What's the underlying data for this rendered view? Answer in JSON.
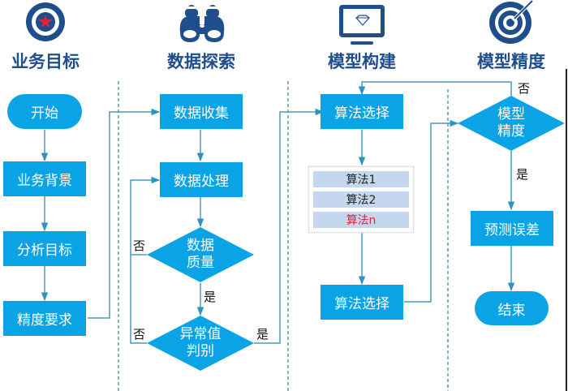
{
  "colors": {
    "accent": "#0aa4e6",
    "icon": "#1f4e8c",
    "connector": "#4a9bb8",
    "lane_divider": "#3a7fa0",
    "algo_bg": "#c5d7ee",
    "algo_highlight": "#e0223a",
    "star": "#e0223a"
  },
  "lanes": [
    {
      "title": "业务目标",
      "icon": "target-star-icon"
    },
    {
      "title": "数据探索",
      "icon": "binoculars-icon"
    },
    {
      "title": "模型构建",
      "icon": "monitor-diamond-icon"
    },
    {
      "title": "模型精度",
      "icon": "bullseye-icon"
    }
  ],
  "nodes": {
    "start": "开始",
    "business_background": "业务背景",
    "analysis_goal": "分析目标",
    "accuracy_requirement": "精度要求",
    "data_collection": "数据收集",
    "data_processing": "数据处理",
    "data_quality": "数据质量",
    "outlier_check": "异常值判别",
    "algo_select_1": "算法选择",
    "algo_select_2": "算法选择",
    "model_accuracy": "模型精度",
    "prediction_error": "预测误差",
    "end": "结束"
  },
  "diamond_lines": {
    "data_quality": [
      "数据",
      "质量"
    ],
    "outlier_check": [
      "异常值",
      "判别"
    ],
    "model_accuracy": [
      "模型",
      "精度"
    ]
  },
  "algorithms": [
    "算法1",
    "算法2",
    "算法n"
  ],
  "edge_labels": {
    "quality_no": "否",
    "quality_yes": "是",
    "outlier_no": "否",
    "outlier_yes": "是",
    "accuracy_no": "否",
    "accuracy_yes": "是"
  }
}
